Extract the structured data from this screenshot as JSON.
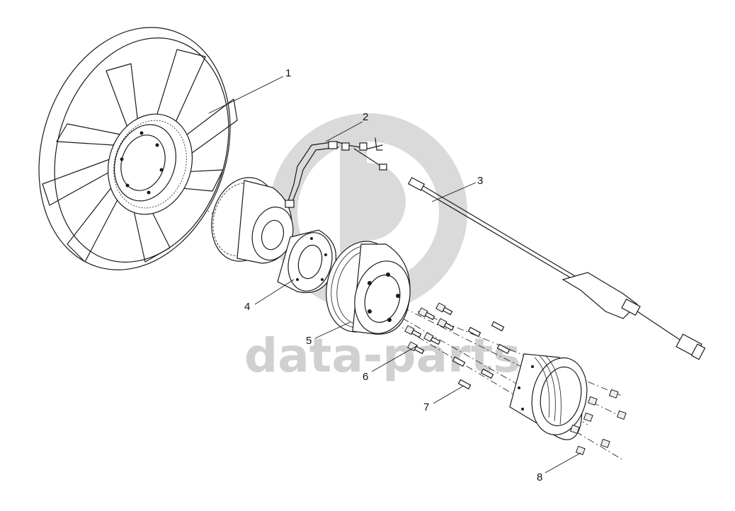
{
  "watermark": {
    "text": "data-parts",
    "color": "#cfcfcf"
  },
  "callouts": [
    {
      "id": "1",
      "label": "1",
      "part": "fan"
    },
    {
      "id": "2",
      "label": "2",
      "part": "viscous-fan-clutch-sensor-harness"
    },
    {
      "id": "3",
      "label": "3",
      "part": "cable-with-connector"
    },
    {
      "id": "4",
      "label": "4",
      "part": "spacer-ring"
    },
    {
      "id": "5",
      "label": "5",
      "part": "pulley"
    },
    {
      "id": "6",
      "label": "6",
      "part": "bolts"
    },
    {
      "id": "7",
      "label": "7",
      "part": "studs"
    },
    {
      "id": "8",
      "label": "8",
      "part": "nuts"
    }
  ],
  "colors": {
    "line": "#1a1a1a",
    "background": "#ffffff",
    "watermark": "#cfcfcf"
  }
}
